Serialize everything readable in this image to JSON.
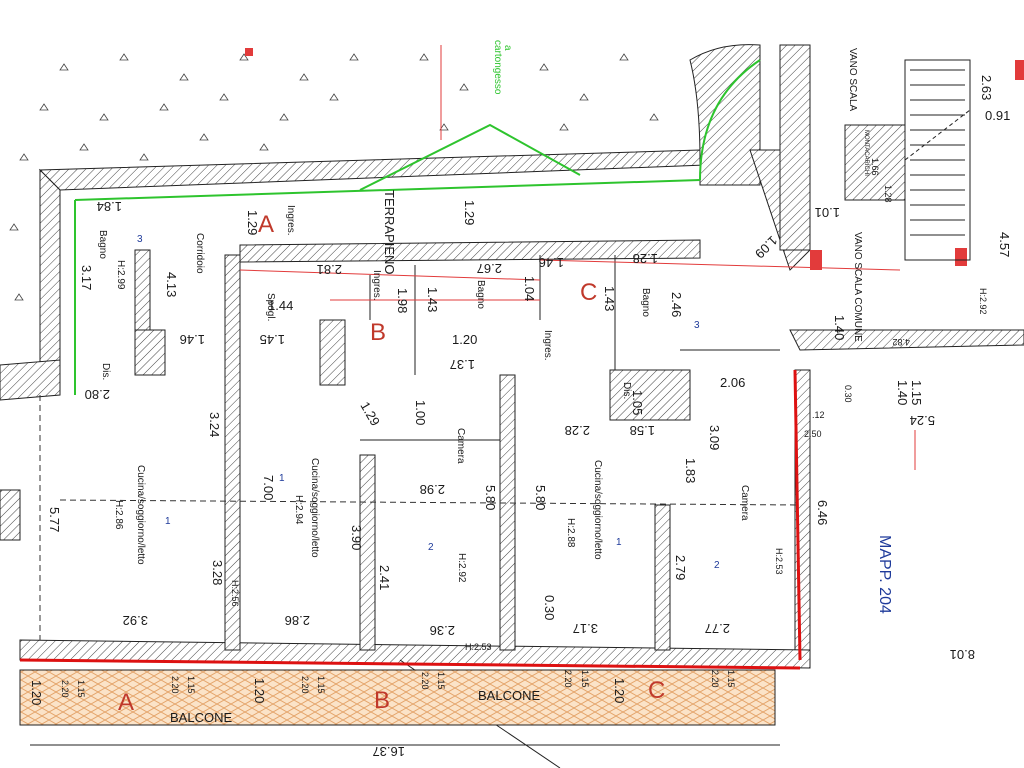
{
  "labels": {
    "terrapieno": "TERRAPIENO",
    "green_note": "a",
    "green_note2": "cartongesso",
    "vano_scala_top": "VANO\nSCALA",
    "vano_scala_comune": "VANO SCALA\nCOMUNE",
    "mapp": "MAPP. 204",
    "balcone_a": "BALCONE",
    "balcone_b": "BALCONE",
    "unit_a": "A",
    "unit_b": "B",
    "unit_c": "C",
    "montacarichi": "MONTACARICHI"
  },
  "rooms": [
    {
      "id": "bagno-a",
      "name": "Bagno",
      "height": "H:2.99",
      "circle": "3"
    },
    {
      "id": "corridoio",
      "name": "Corridoio"
    },
    {
      "id": "spogl",
      "name": "Spogl."
    },
    {
      "id": "ingres-a",
      "name": "Ingres."
    },
    {
      "id": "ingres-b",
      "name": "Ingres."
    },
    {
      "id": "bagno-b",
      "name": "Bagno"
    },
    {
      "id": "ingres-c",
      "name": "Ingres."
    },
    {
      "id": "bagno-c",
      "name": "Bagno",
      "circle": "3"
    },
    {
      "id": "dis-a",
      "name": "Dis."
    },
    {
      "id": "dis-c",
      "name": "Dis."
    },
    {
      "id": "cucina-a",
      "name": "Cucina/soggiorno/letto",
      "height": "H:2.86",
      "circle": "1"
    },
    {
      "id": "cucina-b",
      "name": "Cucina/soggiorno/letto",
      "height": "H:2.94",
      "circle": "1"
    },
    {
      "id": "camera-b",
      "name": "Camera",
      "height": "H:2.92",
      "circle": "2"
    },
    {
      "id": "cucina-c",
      "name": "Cucina/soggiorno/letto",
      "height": "H:2.88",
      "circle": "1"
    },
    {
      "id": "camera-c",
      "name": "Camera",
      "height": "H:2.53",
      "circle": "2"
    }
  ],
  "heights": {
    "h256": "H:2.56",
    "h253": "H:2.53",
    "h292": "H:2.92",
    "h288": "H:2.88"
  },
  "dimensions": {
    "d184": "1.84",
    "d317": "3.17",
    "d413": "4.13",
    "d129a": "1.29",
    "d129b": "1.29",
    "d129c": "1.29",
    "d281": "2.81",
    "d144": "1.44",
    "d198": "1.98",
    "d143a": "1.43",
    "d267": "2.67",
    "d146a": "1.46",
    "d104": "1.04",
    "d128": "1.28",
    "d143b": "1.43",
    "d109": "1.09",
    "d246": "2.46",
    "d146b": "1.46",
    "d145": "1.45",
    "d120": "1.20",
    "d137": "1.37",
    "d280": "2.80",
    "d324": "3.24",
    "d100": "1.00",
    "d105": "1.05",
    "d206": "2.06",
    "d158": "1.58",
    "d228": "2.28",
    "d309": "3.09",
    "d183": "1.83",
    "d700": "7.00",
    "d577": "5.77",
    "d298": "2.98",
    "d580a": "5.80",
    "d580b": "5.80",
    "d390": "3.90",
    "d328": "3.28",
    "d241": "2.41",
    "d279": "2.79",
    "d392": "3.92",
    "d286": "2.86",
    "d236": "2.36",
    "d317b": "3.17",
    "d277": "2.77",
    "d030a": "0.30",
    "d101": "1.01",
    "d457": "4.57",
    "d140a": "1.40",
    "d482": "4.82",
    "d115a": "1.15",
    "d140b": "1.40",
    "d030b": "0.30",
    "d524": "5.24",
    "d12": ".12",
    "d250": "2.50",
    "d646": "6.46",
    "d801": "8.01",
    "d1637": "16.37",
    "d263": "2.63",
    "d091": "0.91",
    "d166": "1.66",
    "d128b": "1.28",
    "b120a": "1.20",
    "b220a": "2.20",
    "b115a": "1.15",
    "b220b": "2.20",
    "b115b": "1.15",
    "b120b": "1.20",
    "b220c": "2.20",
    "b115c": "1.15",
    "b220d": "2.20",
    "b115d": "1.15",
    "b220e": "2.20",
    "b115e": "1.15",
    "b120c": "1.20",
    "b220f": "2.20",
    "b115f": "1.15"
  },
  "colors": {
    "wall": "#222222",
    "red_line": "#e23b3b",
    "green_line": "#2ec42e",
    "balcony": "#f2c9a0",
    "blue_text": "#1e3a9a"
  }
}
